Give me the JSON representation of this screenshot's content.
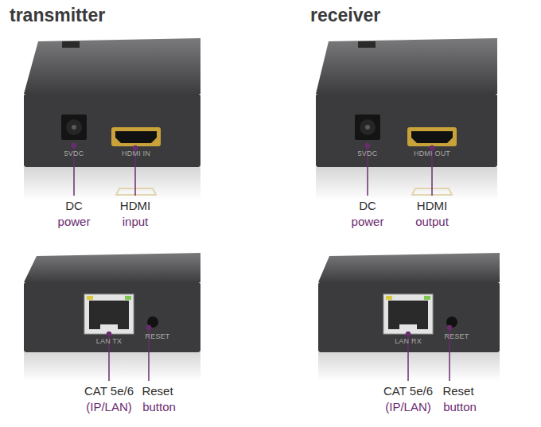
{
  "diagram": {
    "nodes": [
      {
        "text": [
          "5VDC",
          "HDMI IN"
        ]
      },
      {
        "text": [
          "5VDC",
          "HDMI OUT"
        ]
      },
      {
        "text": [
          "LAN TX",
          "RESET"
        ]
      },
      {
        "text": [
          "LAN RX",
          "RESET"
        ]
      }
    ],
    "labels": [
      "transmitter",
      "receiver",
      "DC",
      "power",
      "HDMI",
      "input",
      "DC",
      "power",
      "HDMI",
      "output",
      "CAT 5e/6",
      "(IP/LAN)",
      "Reset",
      "button",
      "CAT 5e/6",
      "(IP/LAN)",
      "Reset",
      "button"
    ]
  }
}
